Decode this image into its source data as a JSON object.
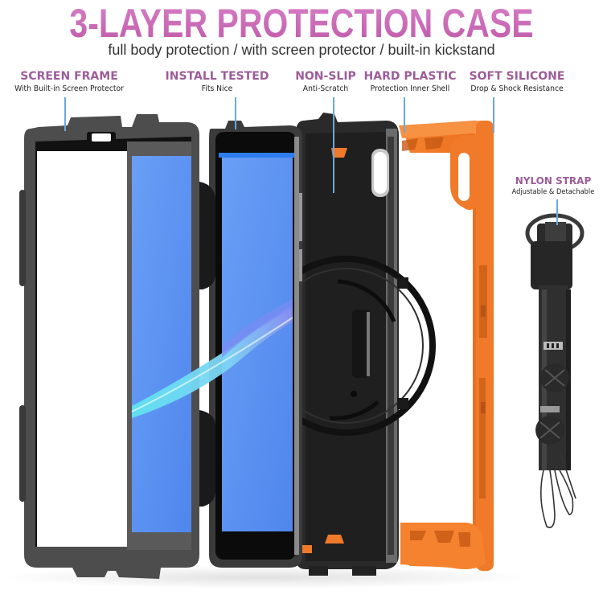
{
  "header": {
    "title": "3-LAYER PROTECTION CASE",
    "subtitle": "full body protection / with screen protector / built-in kickstand"
  },
  "callouts": [
    {
      "heading": "SCREEN FRAME",
      "detail": "With Built-in Screen Protector"
    },
    {
      "heading": "INSTALL TESTED",
      "detail": "Fits Nice"
    },
    {
      "heading": "NON-SLIP",
      "detail": "Anti-Scratch"
    },
    {
      "heading": "HARD PLASTIC",
      "detail": "Protection Inner Shell"
    },
    {
      "heading": "SOFT SILICONE",
      "detail": "Drop & Shock Resistance"
    },
    {
      "heading": "NYLON STRAP",
      "detail": "Adjustable & Detachable"
    }
  ],
  "colors": {
    "title_gradient": [
      "#d77fc8",
      "#c05aa8"
    ],
    "callout_heading": "#9c5d98",
    "pointer_line": "#6aa8e0",
    "frame_gray": "#4a4a4a",
    "screen_blue": "#5f95f2",
    "silicone_orange": "#f07a2a",
    "shell_black": "#232323"
  }
}
